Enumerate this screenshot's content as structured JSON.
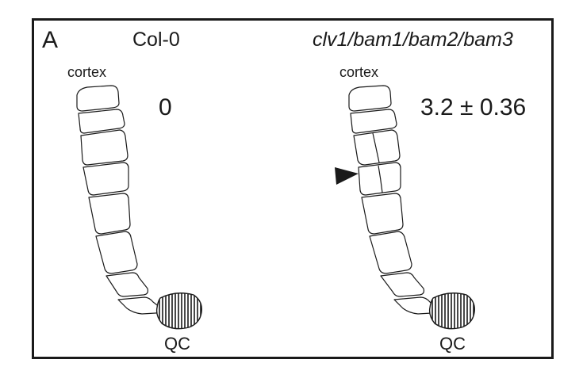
{
  "panel_label": "A",
  "left": {
    "title": "Col-0",
    "cortex_label": "cortex",
    "count": "0",
    "qc_label": "QC"
  },
  "right": {
    "title": "clv1/bam1/bam2/bam3",
    "cortex_label": "cortex",
    "count": "3.2 ± 0.36",
    "qc_label": "QC"
  },
  "colors": {
    "stroke": "#1a1a1a",
    "background": "#ffffff"
  },
  "icons": {
    "arrowhead": "arrowhead-icon"
  }
}
